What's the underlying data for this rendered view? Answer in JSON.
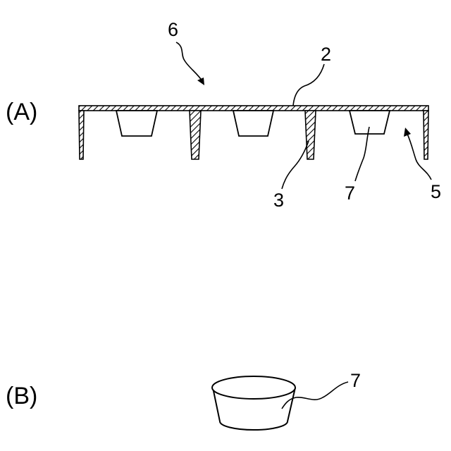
{
  "figure_a": {
    "panel_label": "(A)",
    "refs": {
      "assembly": "6",
      "plate": "2",
      "rib": "3",
      "cup": "7",
      "cavity": "5"
    }
  },
  "figure_b": {
    "panel_label": "(B)",
    "refs": {
      "cup": "7"
    }
  }
}
